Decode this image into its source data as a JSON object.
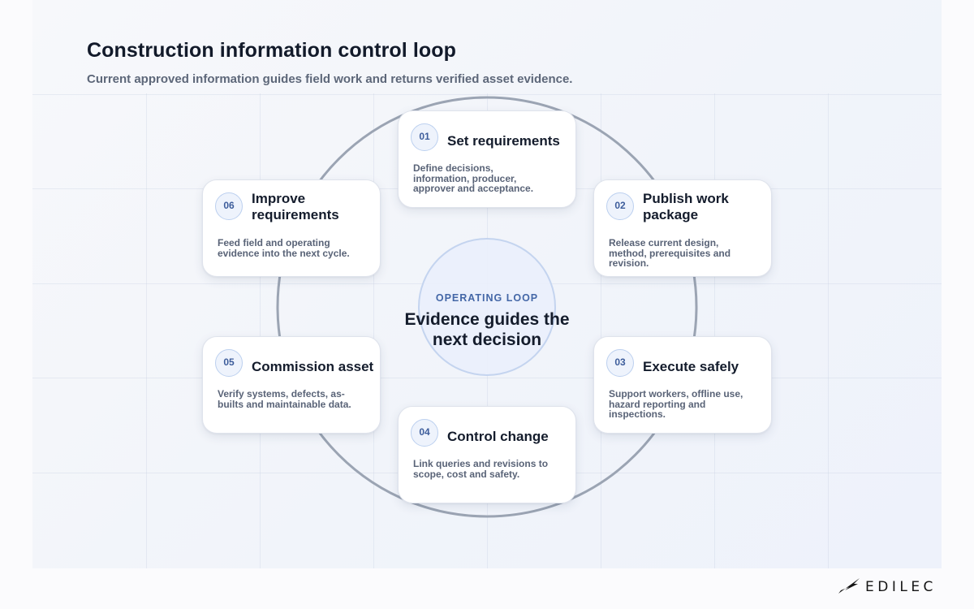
{
  "header": {
    "title": "Construction information control loop",
    "subtitle": "Current approved information guides field work and returns verified asset evidence."
  },
  "center": {
    "eyebrow": "OPERATING LOOP",
    "heading": "Evidence guides the next decision"
  },
  "steps": [
    {
      "number": "01",
      "title": "Set requirements",
      "description": "Define decisions, information, producer, approver and acceptance."
    },
    {
      "number": "02",
      "title": "Publish work package",
      "description": "Release current design, method, prerequisites and revision."
    },
    {
      "number": "03",
      "title": "Execute safely",
      "description": "Support workers, offline use, hazard reporting and inspections."
    },
    {
      "number": "04",
      "title": "Control change",
      "description": "Link queries and revisions to scope, cost and safety."
    },
    {
      "number": "05",
      "title": "Commission asset",
      "description": "Verify systems, defects, as-builts and maintainable data."
    },
    {
      "number": "06",
      "title": "Improve requirements",
      "description": "Feed field and operating evidence into the next cycle."
    }
  ],
  "brand": {
    "name": "EDILEC",
    "icon": "edilec-logo-icon"
  },
  "colors": {
    "accent": "#3d5d9b",
    "ring": "#9ba4b3",
    "title": "#121a2a",
    "subtitle": "#5d6779"
  }
}
